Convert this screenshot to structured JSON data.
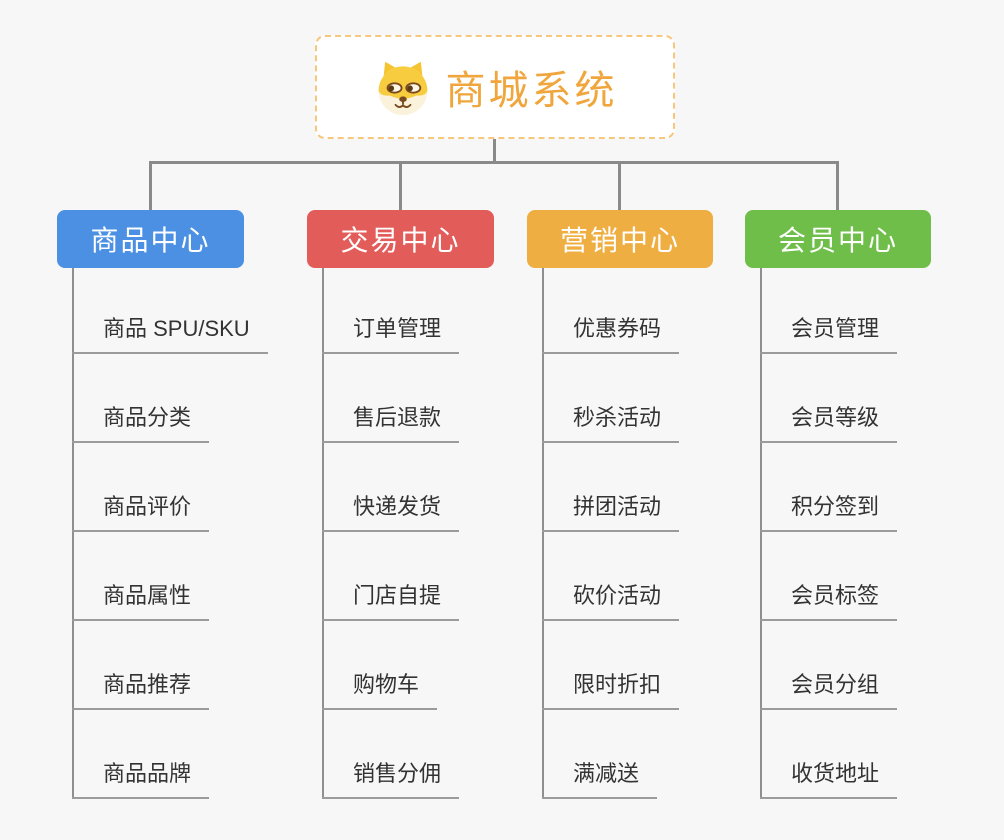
{
  "root": {
    "title": "商城系统",
    "icon": "dog-face-icon",
    "accent_color": "#f0a63c",
    "border_color": "#f6c77d"
  },
  "colors": {
    "background": "#f7f7f7",
    "connector": "#8a8a8a",
    "underline": "#9b9b9b",
    "child_text": "#333333",
    "header_text": "#ffffff"
  },
  "branches": [
    {
      "label": "商品中心",
      "color": "#4b90e2",
      "children": [
        "商品 SPU/SKU",
        "商品分类",
        "商品评价",
        "商品属性",
        "商品推荐",
        "商品品牌"
      ]
    },
    {
      "label": "交易中心",
      "color": "#e25c5a",
      "children": [
        "订单管理",
        "售后退款",
        "快递发货",
        "门店自提",
        "购物车",
        "销售分佣"
      ]
    },
    {
      "label": "营销中心",
      "color": "#efae42",
      "children": [
        "优惠券码",
        "秒杀活动",
        "拼团活动",
        "砍价活动",
        "限时折扣",
        "满减送"
      ]
    },
    {
      "label": "会员中心",
      "color": "#6ebe49",
      "children": [
        "会员管理",
        "会员等级",
        "积分签到",
        "会员标签",
        "会员分组",
        "收货地址"
      ]
    }
  ]
}
